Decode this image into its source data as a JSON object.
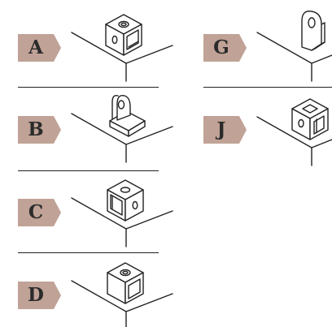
{
  "colors": {
    "tag_fill": "#c0a296",
    "ink": "#222222",
    "text": "#2b2b2b"
  },
  "options": [
    {
      "letter": "A",
      "icon": "cube-block-icon"
    },
    {
      "letter": "B",
      "icon": "bracket-icon"
    },
    {
      "letter": "C",
      "icon": "cube-block-icon"
    },
    {
      "letter": "D",
      "icon": "cube-block-icon"
    },
    {
      "letter": "G",
      "icon": "tab-plate-icon"
    },
    {
      "letter": "J",
      "icon": "channel-block-icon"
    }
  ]
}
